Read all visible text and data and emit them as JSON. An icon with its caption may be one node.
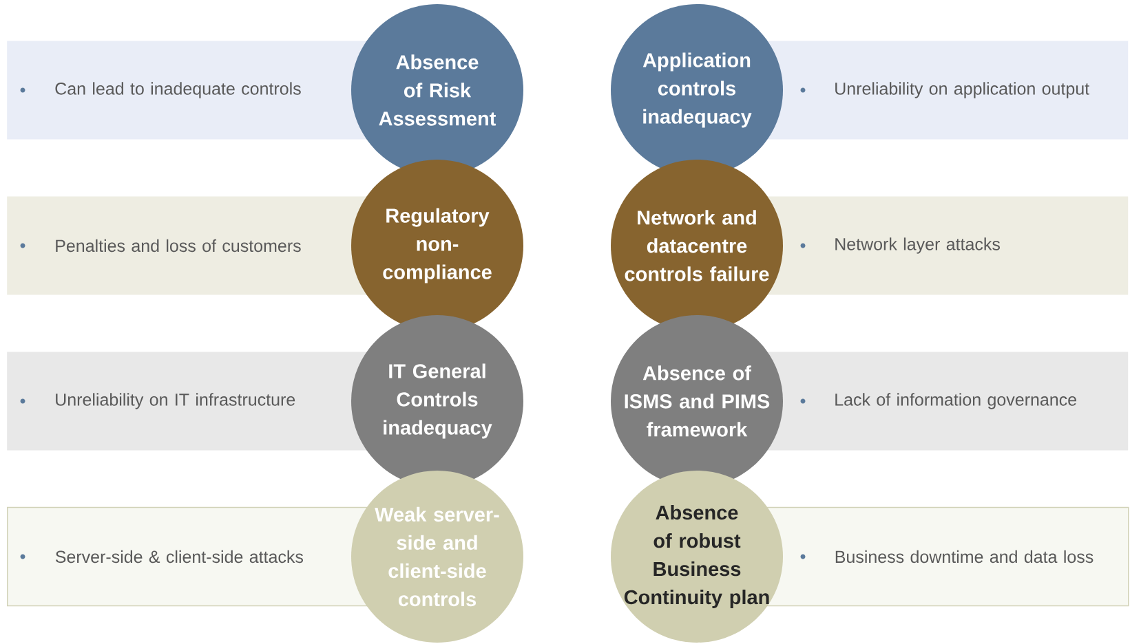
{
  "diagram": {
    "nodes": [
      {
        "text": [
          "Can lead to inadequate controls"
        ]
      },
      {
        "text": [
          "Absence of Risk Assessment"
        ]
      },
      {
        "text": [
          "Application controls inadequacy"
        ]
      },
      {
        "text": [
          "Unreliability on application output"
        ]
      },
      {
        "text": [
          "Penalties and loss of customers"
        ]
      },
      {
        "text": [
          "Regulatory non-compliance"
        ]
      },
      {
        "text": [
          "Network and datacentre controls failure"
        ]
      },
      {
        "text": [
          "Network layer attacks"
        ]
      },
      {
        "text": [
          "Unreliability on IT infrastructure"
        ]
      },
      {
        "text": [
          "IT General Controls inadequacy"
        ]
      },
      {
        "text": [
          "Absence of ISMS and PIMS framework"
        ]
      },
      {
        "text": [
          "Lack of information governance"
        ]
      },
      {
        "text": [
          "Server-side & client-side attacks"
        ]
      },
      {
        "text": [
          "Weak server-side and client-side controls"
        ]
      },
      {
        "text": [
          "Absence of robust Business Continuity plan"
        ]
      },
      {
        "text": [
          "Business downtime and data loss"
        ]
      }
    ]
  }
}
